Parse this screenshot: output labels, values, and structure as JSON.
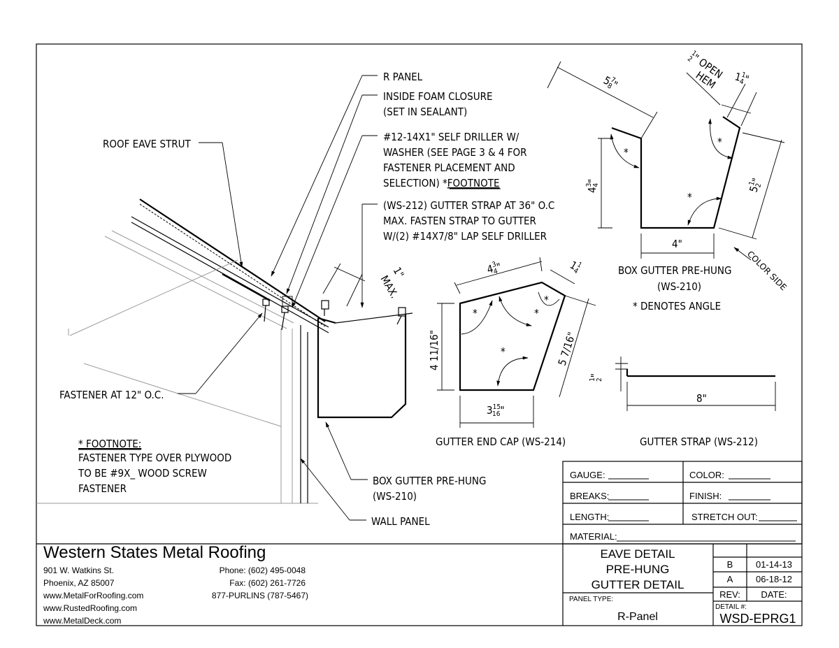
{
  "callouts": {
    "r_panel": "R PANEL",
    "inside_foam_1": "INSIDE FOAM CLOSURE",
    "inside_foam_2": "(SET IN SEALANT)",
    "self_driller_1": "#12-14X1\" SELF DRILLER W/",
    "self_driller_2": "WASHER (SEE PAGE 3 & 4 FOR",
    "self_driller_3": "FASTENER PLACEMENT AND",
    "self_driller_4": "SELECTION) *",
    "self_driller_4b": "FOOTNOTE",
    "strap_1": "(WS-212) GUTTER STRAP AT 36\" O.C",
    "strap_2": "MAX. FASTEN STRAP TO GUTTER",
    "strap_3": "W/(2) #14X7/8\" LAP SELF DRILLER",
    "roof_eave_strut": "ROOF EAVE STRUT",
    "fastener_12": "FASTENER AT 12\" O.C.",
    "box_gutter_1": "BOX GUTTER PRE-HUNG",
    "box_gutter_2": "(WS-210)",
    "wall_panel": "WALL PANEL",
    "one_inch": "1\"",
    "max": "MAX."
  },
  "footnote": {
    "title": "* FOOTNOTE:",
    "line1": "FASTENER TYPE OVER PLYWOOD",
    "line2": "TO BE #9X_  WOOD SCREW",
    "line3": "FASTENER"
  },
  "end_cap": {
    "top_whole": "4",
    "top_frac_num": "3",
    "top_frac_den": "4",
    "top_right_whole": "1",
    "top_right_num": "1",
    "top_right_den": "4",
    "left_dim": "4 11/16\"",
    "right_dim": "5 7/16\"",
    "bottom_whole": "3",
    "bottom_num": "15",
    "bottom_den": "16",
    "angle_mark": "*",
    "label": "GUTTER END CAP (WS-214)"
  },
  "box_gutter": {
    "top_whole": "5",
    "top_num": "7",
    "top_den": "8",
    "hem_num": "1",
    "hem_den": "2",
    "hem_text_1": "OPEN",
    "hem_text_2": "HEM",
    "right_top_whole": "1",
    "right_top_num": "1",
    "right_top_den": "4",
    "left_whole": "4",
    "left_num": "3",
    "left_den": "4",
    "right_whole": "5",
    "right_num": "1",
    "right_den": "2",
    "bottom": "4\"",
    "color_side": "COLOR SIDE",
    "label_1": "BOX GUTTER PRE-HUNG",
    "label_2": "(WS-210)",
    "denotes": "* DENOTES ANGLE",
    "angle_mark": "*"
  },
  "strap": {
    "height_num": "1",
    "height_den": "2",
    "length": "8\"",
    "label": "GUTTER STRAP (WS-212)"
  },
  "spec_box": {
    "gauge": "GAUGE:",
    "color": "COLOR:",
    "breaks": "BREAKS:",
    "finish": "FINISH:",
    "length": "LENGTH:",
    "stretch_out": "STRETCH OUT:",
    "material": "MATERIAL:"
  },
  "company": {
    "name": "Western States Metal Roofing",
    "address1": "901 W. Watkins St.",
    "address2": "Phoenix, AZ 85007",
    "web1": "www.MetalForRoofing.com",
    "web2": "www.RustedRoofing.com",
    "web3": "www.MetalDeck.com",
    "phone": "Phone: (602) 495-0048",
    "fax": "Fax: (602) 261-7726",
    "purlins": "877-PURLINS (787-5467)"
  },
  "title_block": {
    "title1": "EAVE DETAIL",
    "title2": "PRE-HUNG",
    "title3": "GUTTER DETAIL",
    "panel_type_label": "PANEL TYPE:",
    "panel_type": "R-Panel",
    "detail_label": "DETAIL #:",
    "detail_number": "WSD-EPRG1",
    "rev_label": "REV:",
    "date_label": "DATE:",
    "revisions": [
      {
        "rev": "B",
        "date": "01-14-13"
      },
      {
        "rev": "A",
        "date": "06-18-12"
      }
    ]
  }
}
